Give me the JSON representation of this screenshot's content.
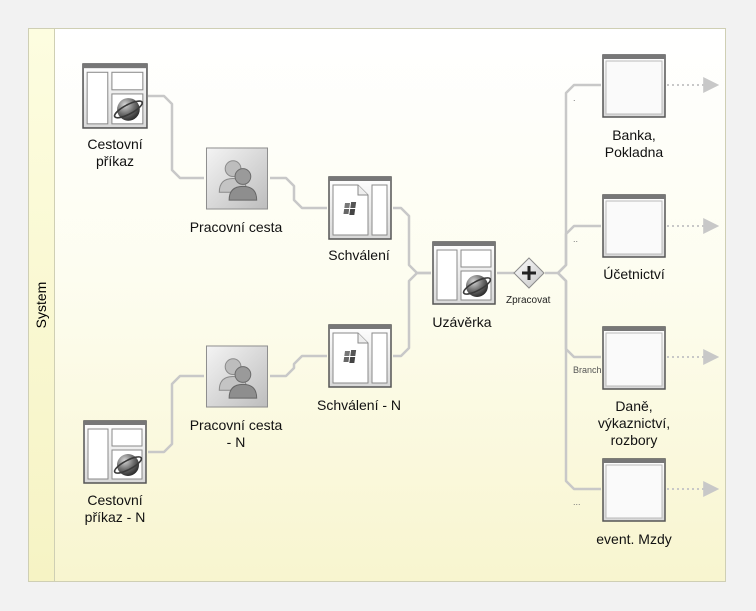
{
  "lane": {
    "label": "System"
  },
  "nodes": {
    "cestovni_prikaz": "Cestovní\npříkaz",
    "pracovni_cesta": "Pracovní cesta",
    "schvaleni": "Schválení",
    "uzaverka": "Uzávěrka",
    "banka": "Banka,\nPokladna",
    "ucetnictvi": "Účetnictví",
    "dane": "Daně,\nvýkaznictví,\nrozbory",
    "mzdy": "event. Mzdy",
    "cestovni_prikaz_n": "Cestovní\npříkaz - N",
    "pracovni_cesta_n": "Pracovní cesta\n- N",
    "schvaleni_n": "Schválení - N"
  },
  "gateway": {
    "label": "Zpracovat"
  },
  "branch_labels": {
    "b1": ".",
    "b2": "..",
    "b3": "Branch",
    "b4": "..."
  },
  "colors": {
    "connector": "#c8c8c8",
    "frame": "#555555",
    "lane_fill": "#f6f3c4"
  },
  "icons": {
    "form_globe": "form-globe-icon",
    "users": "users-icon",
    "windows_doc": "windows-document-icon",
    "blank_form": "blank-form-icon",
    "gateway_plus": "parallel-gateway-plus-icon"
  }
}
